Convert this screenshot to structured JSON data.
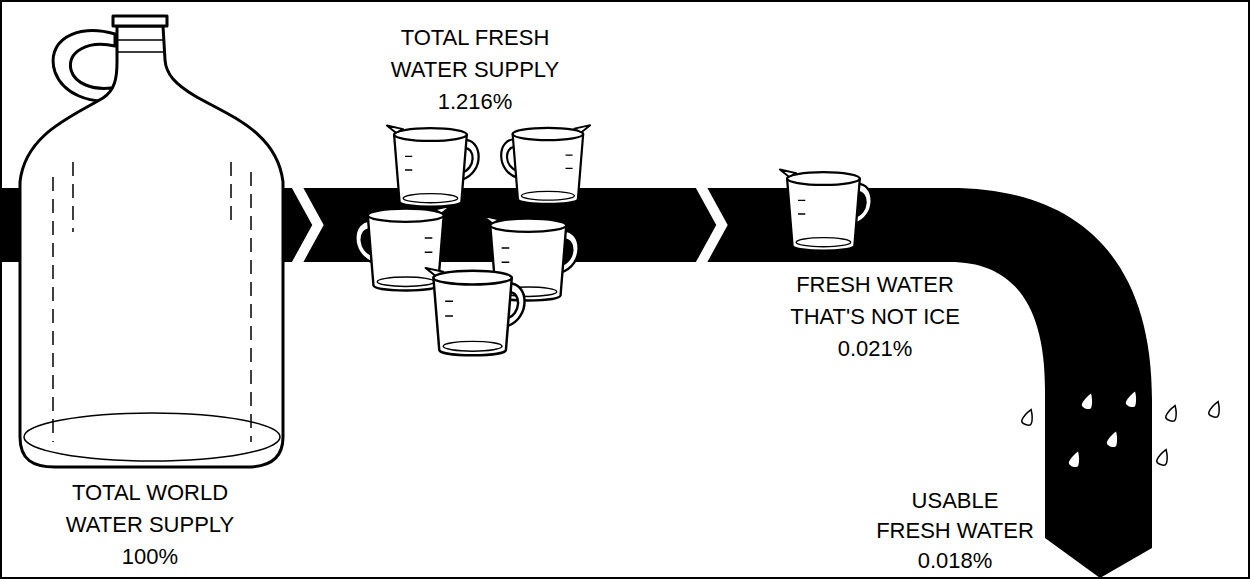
{
  "diagram": {
    "nodes": [
      {
        "text": [
          "TOTAL WORLD WATER SUPPLY",
          "100%"
        ]
      },
      {
        "text": [
          "TOTAL FRESH WATER SUPPLY",
          "1.216%"
        ]
      },
      {
        "text": [
          "FRESH WATER THAT'S NOT ICE",
          "0.021%"
        ]
      },
      {
        "text": [
          "USABLE FRESH WATER",
          "0.018%"
        ]
      }
    ],
    "edges": [
      {
        "from": 0,
        "to": 1,
        "arrow": "to"
      },
      {
        "from": 1,
        "to": 2,
        "arrow": "to"
      },
      {
        "from": 2,
        "to": 3,
        "arrow": "none"
      }
    ]
  }
}
